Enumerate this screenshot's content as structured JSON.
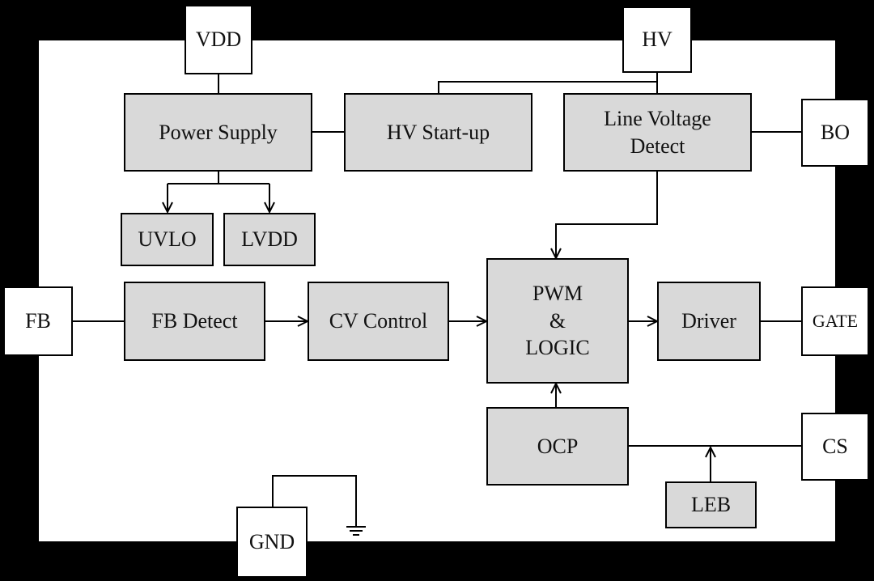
{
  "pins": {
    "vdd": "VDD",
    "hv": "HV",
    "bo": "BO",
    "fb": "FB",
    "gate": "GATE",
    "cs": "CS",
    "gnd": "GND"
  },
  "blocks": {
    "power_supply": "Power Supply",
    "hv_startup": "HV Start-up",
    "line_voltage_detect": [
      "Line Voltage",
      "Detect"
    ],
    "uvlo": "UVLO",
    "lvdd": "LVDD",
    "fb_detect": "FB Detect",
    "cv_control": "CV Control",
    "pwm_logic": [
      "PWM",
      "&",
      "LOGIC"
    ],
    "driver": "Driver",
    "ocp": "OCP",
    "leb": "LEB"
  },
  "colors": {
    "block_fill": "#d9d9d9",
    "pin_fill": "#ffffff",
    "background": "#000000",
    "chip_body": "#ffffff",
    "line": "#000000"
  }
}
